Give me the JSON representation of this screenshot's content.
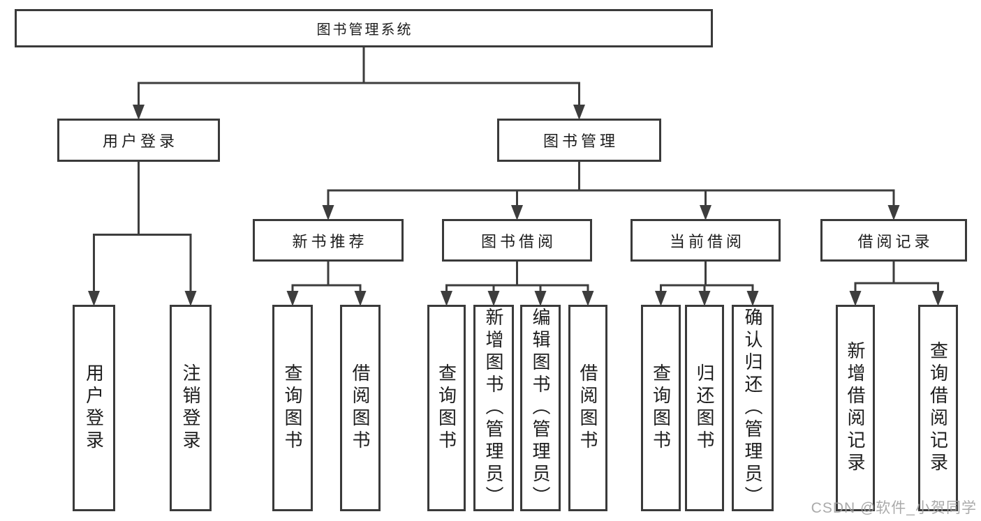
{
  "tree": {
    "root": {
      "label": "图书管理系统",
      "children": [
        {
          "label": "用户登录",
          "children": [
            {
              "label": "用户登录"
            },
            {
              "label": "注销登录"
            }
          ]
        },
        {
          "label": "图书管理",
          "children": [
            {
              "label": "新书推荐",
              "children": [
                {
                  "label": "查询图书"
                },
                {
                  "label": "借阅图书"
                }
              ]
            },
            {
              "label": "图书借阅",
              "children": [
                {
                  "label": "查询图书"
                },
                {
                  "label": "新增图书（管理员）"
                },
                {
                  "label": "编辑图书（管理员）"
                },
                {
                  "label": "借阅图书"
                }
              ]
            },
            {
              "label": "当前借阅",
              "children": [
                {
                  "label": "查询图书"
                },
                {
                  "label": "归还图书"
                },
                {
                  "label": "确认归还（管理员）"
                }
              ]
            },
            {
              "label": "借阅记录",
              "children": [
                {
                  "label": "新增借阅记录"
                },
                {
                  "label": "查询借阅记录"
                }
              ]
            }
          ]
        }
      ]
    }
  },
  "watermark": "CSDN @软件_小贺同学",
  "colors": {
    "line": "#3d3d3d",
    "text": "#1d1d1d",
    "background": "#ffffff",
    "watermark": "#9e9e9e"
  }
}
